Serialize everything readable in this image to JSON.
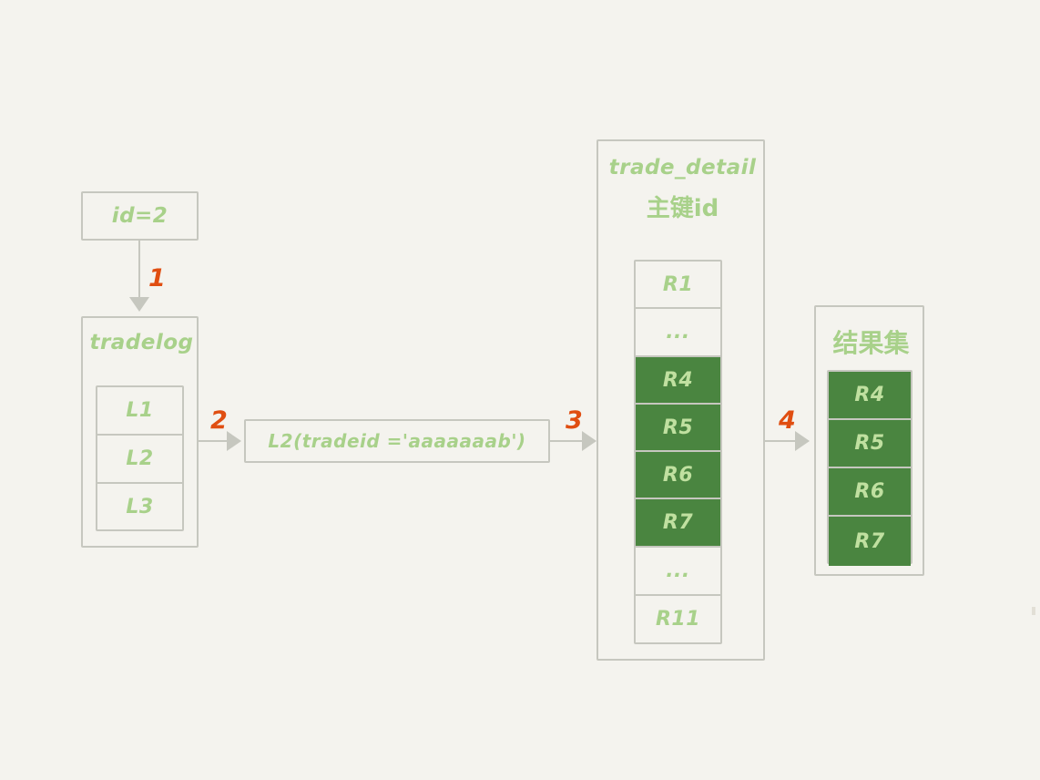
{
  "diagram": {
    "background_color": "#f4f3ee",
    "stroke_color": "#c6c7bf",
    "text_color": "#a8d18a",
    "highlight_fill": "#4a8540",
    "highlight_text": "#c0e0a0",
    "step_color": "#e04e11"
  },
  "nodes": {
    "id_filter": {
      "label": "id=2"
    },
    "tradelog": {
      "title": "tradelog",
      "rows": [
        {
          "label": "L1",
          "highlight": false
        },
        {
          "label": "L2",
          "highlight": false
        },
        {
          "label": "L3",
          "highlight": false
        }
      ]
    },
    "lookup": {
      "label": "L2(tradeid ='aaaaaaab')"
    },
    "trade_detail": {
      "title": "trade_detail",
      "subtitle": "主键id",
      "rows": [
        {
          "label": "R1",
          "highlight": false
        },
        {
          "label": "...",
          "highlight": false
        },
        {
          "label": "R4",
          "highlight": true
        },
        {
          "label": "R5",
          "highlight": true
        },
        {
          "label": "R6",
          "highlight": true
        },
        {
          "label": "R7",
          "highlight": true
        },
        {
          "label": "...",
          "highlight": false
        },
        {
          "label": "R11",
          "highlight": false
        }
      ]
    },
    "result_set": {
      "title": "结果集",
      "rows": [
        {
          "label": "R4",
          "highlight": true
        },
        {
          "label": "R5",
          "highlight": true
        },
        {
          "label": "R6",
          "highlight": true
        },
        {
          "label": "R7",
          "highlight": true
        }
      ]
    }
  },
  "steps": [
    {
      "number": "1"
    },
    {
      "number": "2"
    },
    {
      "number": "3"
    },
    {
      "number": "4"
    }
  ]
}
